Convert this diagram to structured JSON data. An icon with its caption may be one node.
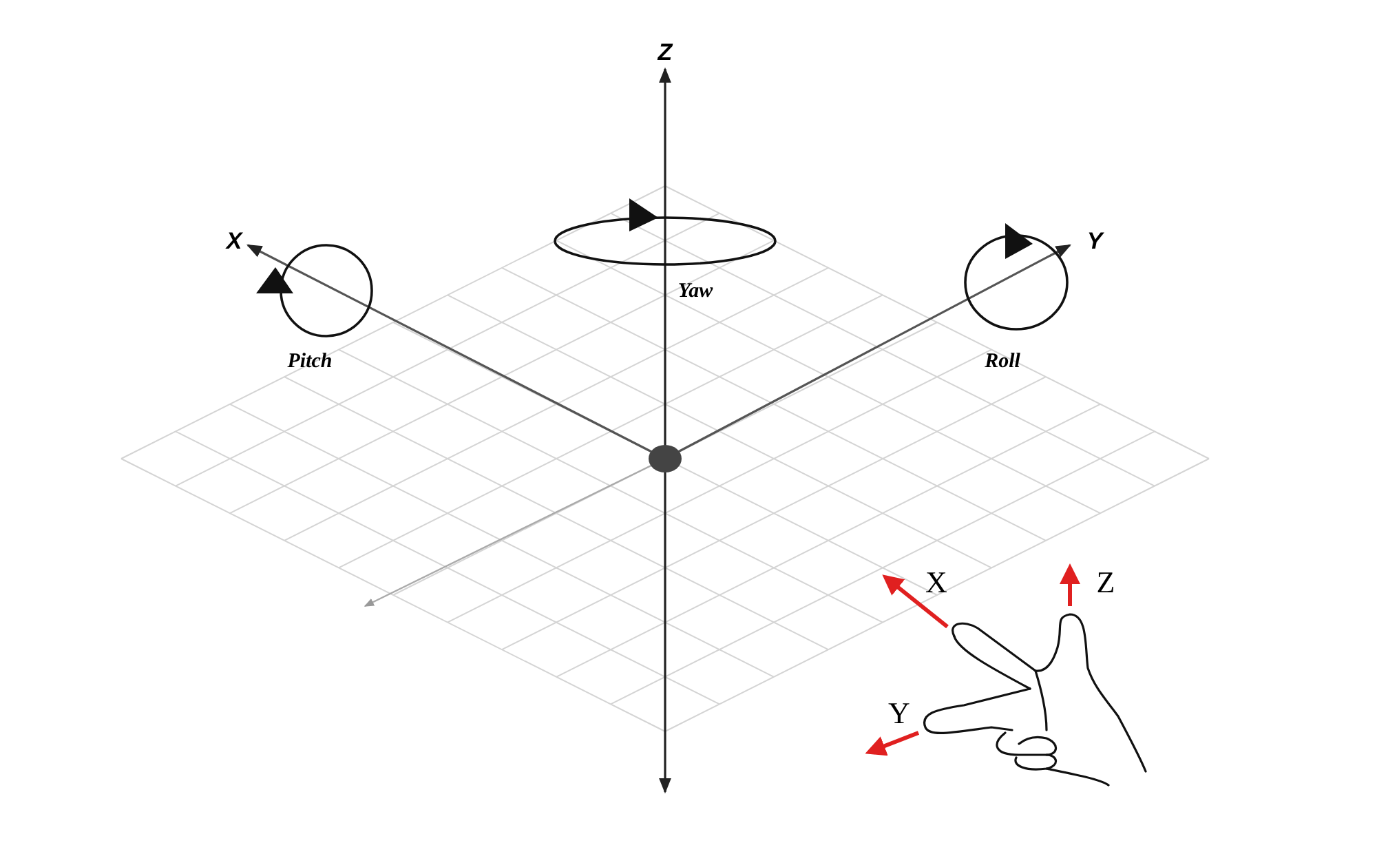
{
  "diagram": {
    "labels": [
      "Z",
      "X",
      "Yaw",
      "Y",
      "Pitch",
      "Roll",
      "X",
      "Z",
      "Y"
    ]
  }
}
